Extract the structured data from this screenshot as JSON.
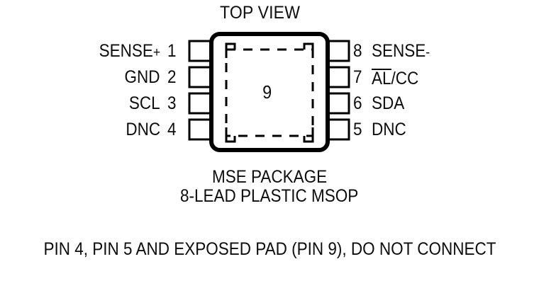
{
  "diagram": {
    "title": "TOP VIEW",
    "package_name": "MSE PACKAGE",
    "package_desc": "8-LEAD PLASTIC MSOP",
    "note": "PIN 4, PIN 5 AND EXPOSED PAD (PIN 9), DO NOT CONNECT",
    "exposed_pad_number": "9",
    "line_color": "#000000",
    "text_color": "#0d0d0d",
    "background_color": "#ffffff",
    "pins_left": [
      {
        "number": "1",
        "name": "SENSE",
        "sign": "+",
        "overline": false
      },
      {
        "number": "2",
        "name": "GND",
        "sign": "",
        "overline": false
      },
      {
        "number": "3",
        "name": "SCL",
        "sign": "",
        "overline": false
      },
      {
        "number": "4",
        "name": "DNC",
        "sign": "",
        "overline": false
      }
    ],
    "pins_right": [
      {
        "number": "8",
        "name": "SENSE",
        "sign": "-",
        "overline": false
      },
      {
        "number": "7",
        "name": "AL/CC",
        "overline_part": "AL",
        "plain_part": "/CC",
        "sign": "",
        "overline": true
      },
      {
        "number": "6",
        "name": "SDA",
        "sign": "",
        "overline": false
      },
      {
        "number": "5",
        "name": "DNC",
        "sign": "",
        "overline": false
      }
    ]
  }
}
